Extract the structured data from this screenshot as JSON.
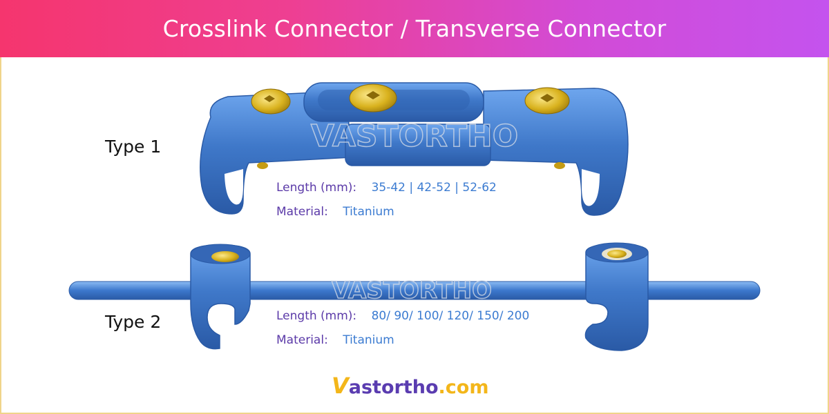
{
  "header": {
    "title": "Crosslink Connector / Transverse Connector"
  },
  "type1": {
    "label": "Type 1",
    "length_key": "Length (mm):",
    "length_value": "35-42 | 42-52 | 52-62",
    "material_key": "Material:",
    "material_value": "Titanium"
  },
  "type2": {
    "label": "Type 2",
    "length_key": "Length (mm):",
    "length_value": "80/ 90/ 100/ 120/ 150/ 200",
    "material_key": "Material:",
    "material_value": "Titanium"
  },
  "watermark": "VASTORTHO",
  "logo": {
    "brand": "astortho",
    "dot": ".",
    "tld": "com"
  },
  "colors": {
    "header_start": "#f5356e",
    "header_end": "#c453ee",
    "implant_blue": "#3f78c9",
    "screw_gold": "#d9b21e",
    "spec_key": "#5b3aa8",
    "spec_value": "#3b7bd1",
    "frame_border": "#f0d48a"
  }
}
